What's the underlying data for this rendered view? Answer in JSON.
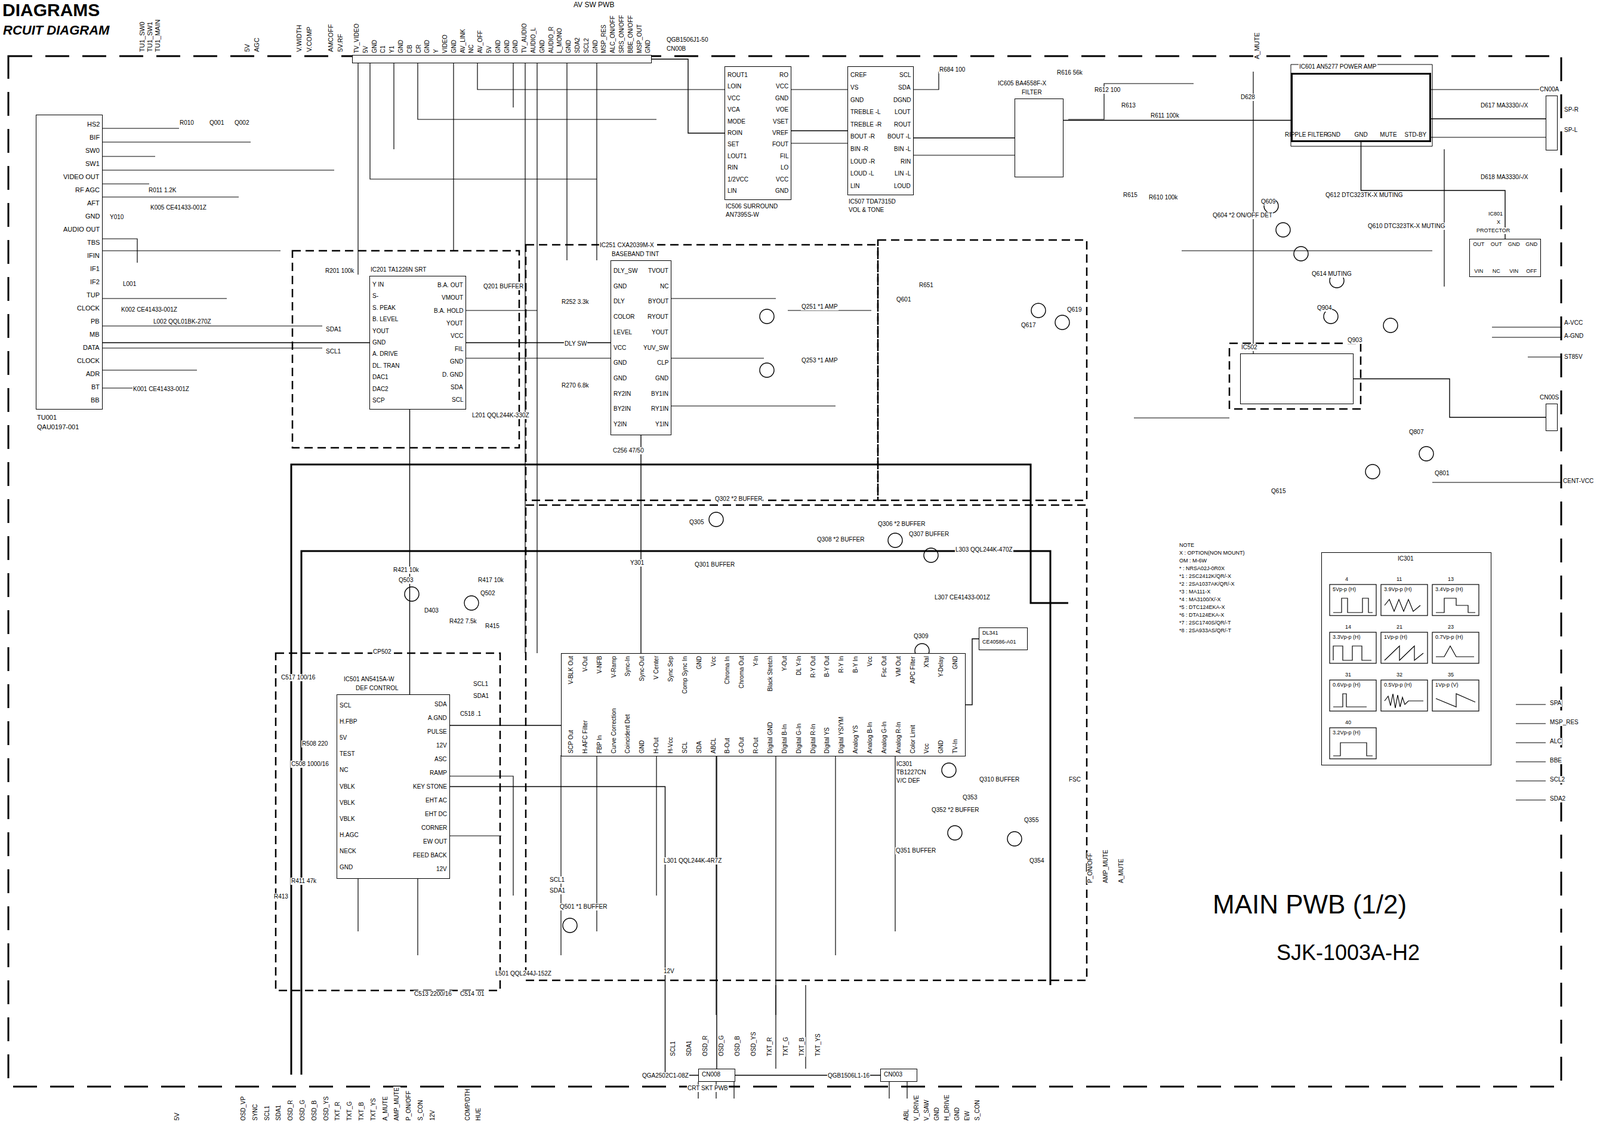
{
  "diagram": {
    "title": "DIAGRAMS",
    "nodes": [
      {
        "text": [
          "TU001",
          "QAU0197-001",
          "HS2",
          "BIF",
          "SW0",
          "SW1",
          "VIDEO OUT",
          "RF AGC",
          "AFT",
          "GND",
          "AUDIO OUT",
          "TBS",
          "IFIN",
          "IF1",
          "IF2",
          "TUP",
          "CLOCK",
          "PB",
          "MB",
          "DATA",
          "CLOCK",
          "ADR",
          "BT",
          "BB"
        ]
      },
      {
        "text": [
          "IC201 TA1226N SRT",
          "Y IN",
          "S-",
          "S. PEAK",
          "B. LEVEL",
          "YOUT",
          "GND",
          "A. DRIVE",
          "DL. TRAN",
          "DAC1",
          "DAC2",
          "SCP",
          "B.A. OUT",
          "VMOUT",
          "B.A. HOLD",
          "YOUT",
          "VCC",
          "FIL",
          "GND",
          "D. GND",
          "SDA",
          "SCL"
        ]
      },
      {
        "text": [
          "IC251 CXA2039M-X",
          "BASEBAND TINT",
          "DLY_SW",
          "GND",
          "DLY",
          "COLOR",
          "LEVEL",
          "VCC",
          "GND",
          "GND",
          "RY2IN",
          "BY2IN",
          "Y2IN",
          "TVOUT",
          "NC",
          "BYOUT",
          "RYOUT",
          "YOUT",
          "YUV_SW",
          "CLP",
          "GND",
          "BY1IN",
          "RY1IN",
          "Y1IN"
        ]
      },
      {
        "text": [
          "IC301",
          "TB1227CN",
          "V/C DEF",
          "V-BLK Out",
          "V-Out",
          "V-NFB",
          "V-Ramp",
          "Sync-In",
          "Sync-Out",
          "V Center",
          "Sync Sep",
          "Comp Sync In",
          "GND",
          "Vcc",
          "Chroma In",
          "Chroma Out",
          "Y-In",
          "Black Stretch",
          "Y-Out",
          "DL Y-In",
          "R-Y Out",
          "B-Y Out",
          "R-Y In",
          "B-Y In",
          "Vcc",
          "Fsc Out",
          "VM Out",
          "APC Filter",
          "X'tal",
          "Y-Delay",
          "GND",
          "SCP Out",
          "H-AFC Filter",
          "FBP In",
          "Curve Correction",
          "Coincident Det",
          "GND",
          "H-Out",
          "H-Vcc",
          "SCL",
          "SDA",
          "ABCL",
          "B-Out",
          "G-Out",
          "R-Out",
          "Digital GND",
          "Digital B-In",
          "Digital G-In",
          "Digital R-In",
          "Digital YS",
          "Digital YS/YM",
          "Analog YS",
          "Analog B-In",
          "Analog G-In",
          "Analog R-In",
          "Color Limit",
          "Vcc",
          "GND",
          "TV-In"
        ]
      },
      {
        "text": [
          "IC501 AN5415A-W",
          "DEF CONTROL",
          "SCL",
          "H.FBP",
          "5V",
          "TEST",
          "NC",
          "VBLK",
          "VBLK",
          "VBLK",
          "H.AGC",
          "NECK",
          "GND",
          "SDA",
          "A.GND",
          "PULSE",
          "12V",
          "ASC",
          "RAMP",
          "KEY STONE",
          "EHT AC",
          "EHT DC",
          "CORNER",
          "EW OUT",
          "FEED BACK",
          "12V"
        ]
      },
      {
        "text": [
          "IC506 SURROUND",
          "AN7395S-W",
          "ROUT1",
          "LOIN",
          "VCC",
          "VCA",
          "MODE",
          "ROIN",
          "SET",
          "LOUT1",
          "RIN",
          "1/2VCC",
          "LIN",
          "RO",
          "VCC",
          "GND",
          "VOE",
          "VSET",
          "VREF",
          "FOUT",
          "FIL",
          "LO",
          "VCC",
          "GND"
        ]
      },
      {
        "text": [
          "IC507 TDA7315D",
          "VOL & TONE",
          "CREF",
          "VS",
          "GND",
          "TREBLE -L",
          "TREBLE -R",
          "BOUT -R",
          "BIN -R",
          "LOUD -R",
          "LOUD -L",
          "LIN",
          "SCL",
          "SDA",
          "DGND",
          "LOUT",
          "ROUT",
          "BOUT -L",
          "BIN -L",
          "RIN",
          "LIN -L",
          "LOUD"
        ]
      },
      {
        "text": [
          "IC605 BA4558F-X",
          "FILTER"
        ]
      },
      {
        "text": [
          "IC601 AN5277 POWER AMP",
          "RIPPLE FILTER",
          "GND",
          "GND",
          "MUTE",
          "STD-BY"
        ]
      },
      {
        "text": [
          "IC801",
          "X",
          "PROTECTOR",
          "OUT",
          "OUT",
          "GND",
          "GND",
          "VIN",
          "NC",
          "VIN",
          "OFF"
        ]
      },
      {
        "text": [
          "IC502"
        ]
      },
      {
        "text": [
          "CN008",
          "QGA2502C1-08Z",
          "CRT SKT PWB"
        ]
      },
      {
        "text": [
          "CN003",
          "QGB1506L1-16"
        ]
      },
      {
        "text": [
          "CN00A"
        ]
      },
      {
        "text": [
          "CN00S"
        ]
      },
      {
        "text": [
          "QGB1506J1-50",
          "CN00B"
        ]
      },
      {
        "text": [
          "IC301"
        ]
      },
      {
        "text": [
          "DL341",
          "CE40586-A01"
        ]
      }
    ],
    "edges": [
      {
        "from": 0,
        "to": 1,
        "arrow": "none"
      },
      {
        "from": 1,
        "to": 2,
        "arrow": "none"
      },
      {
        "from": 2,
        "to": 3,
        "arrow": "none"
      },
      {
        "from": 1,
        "to": 4,
        "arrow": "none"
      },
      {
        "from": 4,
        "to": 3,
        "arrow": "none"
      },
      {
        "from": 5,
        "to": 6,
        "arrow": "none"
      },
      {
        "from": 6,
        "to": 7,
        "arrow": "none"
      },
      {
        "from": 7,
        "to": 8,
        "arrow": "none"
      },
      {
        "from": 8,
        "to": 13,
        "arrow": "none"
      },
      {
        "from": 9,
        "to": 8,
        "arrow": "none"
      },
      {
        "from": 3,
        "to": 11,
        "arrow": "none"
      },
      {
        "from": 4,
        "to": 12,
        "arrow": "none"
      },
      {
        "from": 15,
        "to": 5,
        "arrow": "none"
      },
      {
        "from": 10,
        "to": 14,
        "arrow": "none"
      },
      {
        "from": 3,
        "to": 17,
        "arrow": "none"
      }
    ],
    "labels": [
      "RCUIT DIAGRAM",
      "MAIN PWB (1/2)",
      "SJK-1003A-H2",
      "AV SW PWB",
      "TU1_SW0",
      "TU1_SW1",
      "TU1_MAIN",
      "5V",
      "AGC",
      "V.WIDTH",
      "V.COMP",
      "AMCOFF",
      "5V.RF",
      "TV_VIDEO",
      "5V",
      "GND",
      "C1",
      "Y1",
      "GND",
      "CB",
      "CR",
      "GND",
      "Y",
      "VIDEO",
      "GND",
      "AV_LINK",
      "NC",
      "AV_OFF",
      "5V",
      "GND",
      "GND",
      "GND",
      "TV_AUDIO",
      "AUDIO_L",
      "GND",
      "AUDIO_R",
      "L_MONO",
      "GND",
      "SDA2",
      "SCL2",
      "GND",
      "MSP_RES",
      "ALC_ON/OFF",
      "SRS_ON/OFF",
      "BBE_ON/OFF",
      "MSP_OUT",
      "GND",
      "A_MUTE",
      "SP-R",
      "SP-L",
      "A-VCC",
      "A-GND",
      "ST85V",
      "CENT-VCC",
      "SPA",
      "MSP_RES",
      "ALC",
      "BBE",
      "SCL2",
      "SDA2",
      "5V",
      "OSD_VP",
      "SYNC",
      "SCL1",
      "SDA1",
      "OSD_R",
      "OSD_G",
      "OSD_B",
      "OSD_YS",
      "TXT_R",
      "TXT_G",
      "TXT_B",
      "TXT_YS",
      "A_MUTE",
      "AMP_MUTE",
      "P_ON/OFF",
      "S_CON",
      "12V",
      "COMP/DTH",
      "HUE",
      "SCL1",
      "SDA1",
      "OSD_R",
      "OSD_G",
      "OSD_B",
      "OSD_YS",
      "TXT_R",
      "TXT_G",
      "TXT_B",
      "TXT_YS",
      "ABL",
      "V_DRIVE",
      "V_SAW",
      "GND",
      "H_DRIVE",
      "GND",
      "EW",
      "S_CON",
      "P_ON/OFF",
      "AMP_MUTE",
      "A_MUTE",
      "SDA1",
      "SCL1",
      "SCL1",
      "SDA1",
      "SCL1",
      "SDA1",
      "FSC",
      "12V",
      "NOTE",
      "X : OPTION(NON MOUNT)",
      "OM : M-6W",
      "* : NRSA02J-0R0X",
      "*1 : 2SC2412K/QR/-X",
      "*2 : 2SA1037AK/QR/-X",
      "*3 : MA111-X",
      "*4 : MA3100/X/-X",
      "*5 : DTC124EKA-X",
      "*6 : DTA124EKA-X",
      "*7 : 2SC1740S/QR/-T",
      "*8 : 2SA933AS/QR/-T",
      "4",
      "11",
      "13",
      "5Vp-p (H)",
      "3.9Vp-p (H)",
      "3.4Vp-p (H)",
      "14",
      "21",
      "23",
      "3.3Vp-p (H)",
      "1Vp-p (H)",
      "0.7Vp-p (H)",
      "31",
      "32",
      "35",
      "0.6Vp-p (H)",
      "0.5Vp-p (H)",
      "1Vp-p (V)",
      "40",
      "3.2Vp-p (H)",
      "R010",
      "Q001",
      "Q002",
      "R011 1.2K",
      "K005 CE41433-001Z",
      "Y010",
      "L001",
      "K002 CE41433-001Z",
      "L002 QQL01BK-270Z",
      "K001 CE41433-001Z",
      "R201 100k",
      "Q201 BUFFER",
      "L201 QQL244K-330Z",
      "R252 3.3k",
      "DLY SW",
      "R270 6.8k",
      "C256 47/50",
      "Q251 *1 AMP",
      "Q253 *1 AMP",
      "Q301 BUFFER",
      "Q302 *2 BUFFER",
      "Q305",
      "Q306 *2 BUFFER",
      "Q307 BUFFER",
      "Q308 *2 BUFFER",
      "L303 QQL244K-470Z",
      "L307 CE41433-001Z",
      "Q309",
      "Q310 BUFFER",
      "Q351 BUFFER",
      "Q352 *2 BUFFER",
      "Q353",
      "Q355",
      "Q354",
      "Q501 *1 BUFFER",
      "L301 QQL244K-4R7Z",
      "Y301",
      "Q503",
      "R421 10k",
      "Q502",
      "R417 10k",
      "D403",
      "R422 7.5k",
      "R415",
      "CP502",
      "C517 100/16",
      "C518 .1",
      "R508 220",
      "C508 1000/16",
      "R411 47k",
      "R413",
      "L501 QQL244J-152Z",
      "C513 2200/16",
      "C514 .01",
      "Q601",
      "R651",
      "Q617",
      "Q619",
      "R684 100",
      "R616 56k",
      "R612 100",
      "R613",
      "R611 100k",
      "R615",
      "R610 100k",
      "D628",
      "D617 MA3330/-/X",
      "D618 MA3330/-/X",
      "Q604 *2 ON/OFF DET",
      "Q609",
      "Q612 DTC323TK-X MUTING",
      "Q610 DTC323TK-X MUTING",
      "Q614 MUTING",
      "Q904",
      "Q903",
      "Q807",
      "Q801",
      "Q615"
    ]
  }
}
